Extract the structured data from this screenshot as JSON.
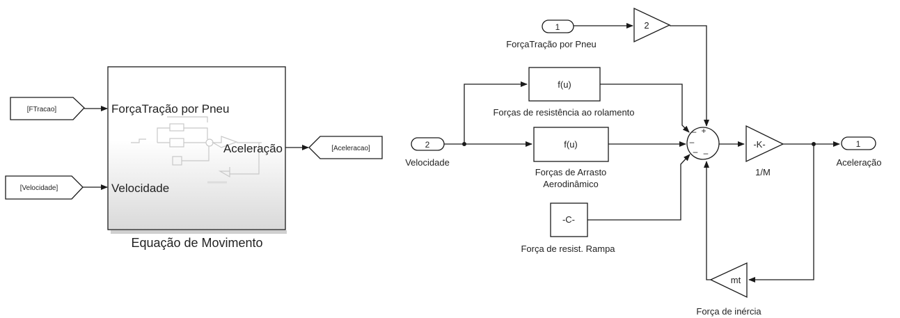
{
  "subsystem": {
    "name": "Equação de Movimento",
    "in1_port": "ForçaTração por Pneu",
    "in2_port": "Velocidade",
    "out1_port": "Aceleração"
  },
  "from_blocks": {
    "ftracao": "[FTracao]",
    "velocidade": "[Velocidade]"
  },
  "goto_block": "[Aceleracao]",
  "inports": [
    {
      "number": "1",
      "label": "ForçaTração por Pneu"
    },
    {
      "number": "2",
      "label": "Velocidade"
    }
  ],
  "outport": {
    "number": "1",
    "label": "Aceleração"
  },
  "gain_two": "2",
  "fcn_rolling": {
    "expr": "f(u)",
    "label": "Forças de resistência ao rolamento"
  },
  "fcn_drag": {
    "expr": "f(u)",
    "label_line1": "Forças de Arrasto",
    "label_line2": "Aerodinâmico"
  },
  "constant": {
    "value": "-C-",
    "label": "Força de resist. Rampa"
  },
  "sum_signs": {
    "top": "+",
    "left_top": "–",
    "left_mid": "–",
    "left_bot": "–"
  },
  "gain_mass": {
    "value": "-K-",
    "label": "1/M"
  },
  "gain_inertia": {
    "value": "mt",
    "label": "Força de inércia"
  }
}
